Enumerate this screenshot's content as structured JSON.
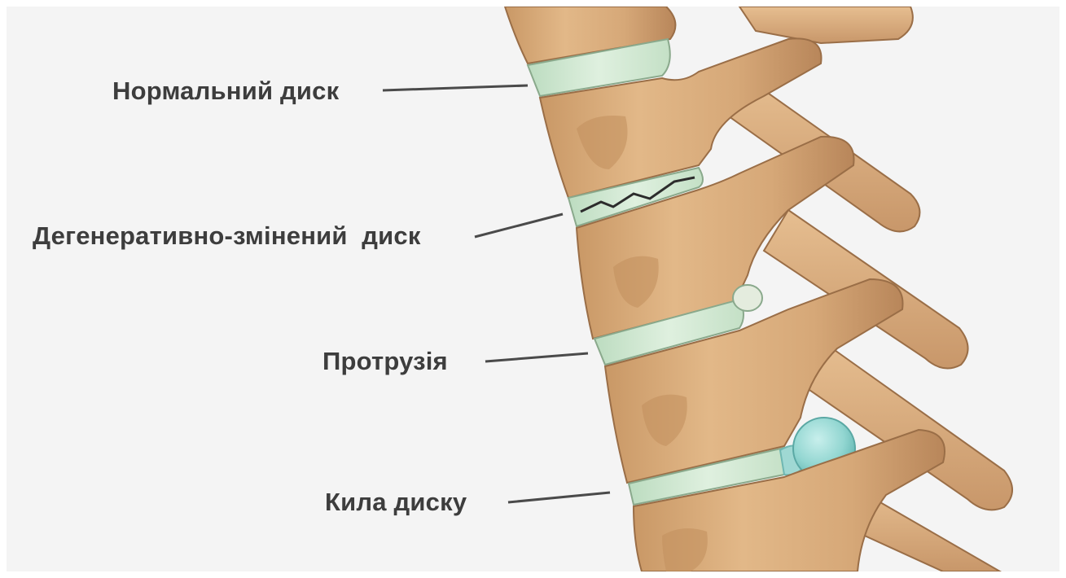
{
  "labels": {
    "normal": "Нормальний диск",
    "degenerative": "Дегенеративно-змінений  диск",
    "protrusion": "Протрузія",
    "hernia": "Кила диску"
  },
  "colors": {
    "background": "#f4f4f4",
    "bone": "#dcae7f",
    "bone_shadow": "#b98a5e",
    "bone_light": "#ecc99f",
    "disc": "#cfe8d1",
    "hernia": "#8ed4d0",
    "label_text": "#3d3d3d",
    "leader_line": "#4a4a4a"
  }
}
